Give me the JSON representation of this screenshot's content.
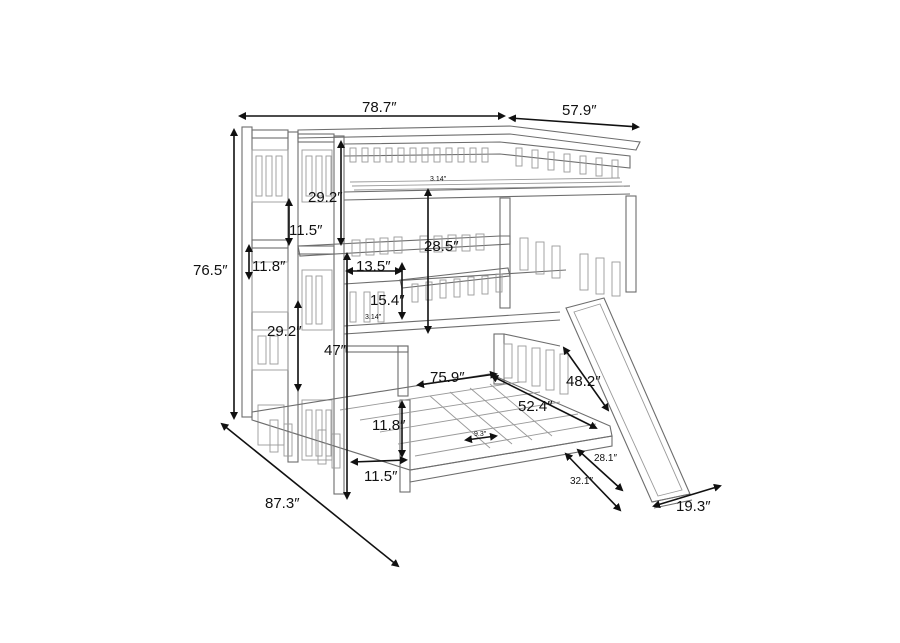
{
  "diagram": {
    "dimensions": {
      "overall_length": "78.7″",
      "overall_width": "57.9″",
      "overall_height": "76.5″",
      "diagonal_length": "87.3″",
      "top_guardrail_height": "29.2″",
      "top_ladder_gap": "11.5″",
      "top_to_middle_clearance": "28.5″",
      "left_step_height": "11.8″",
      "middle_opening": "13.5″",
      "middle_guardrail": "15.4″",
      "middle_small_a": "3.14″",
      "top_small_a": "3.14″",
      "middle_ladder_height": "29.2″",
      "middle_height": "47″",
      "bottom_length": "75.9″",
      "bottom_width": "52.4″",
      "slide_length": "48.2″",
      "bottom_step_height": "11.8″",
      "slat_gap": "9.3″",
      "bottom_ladder_gap": "11.5″",
      "slide_offset_a": "28.1″",
      "slide_offset_b": "32.1″",
      "slide_width": "19.3″"
    }
  }
}
